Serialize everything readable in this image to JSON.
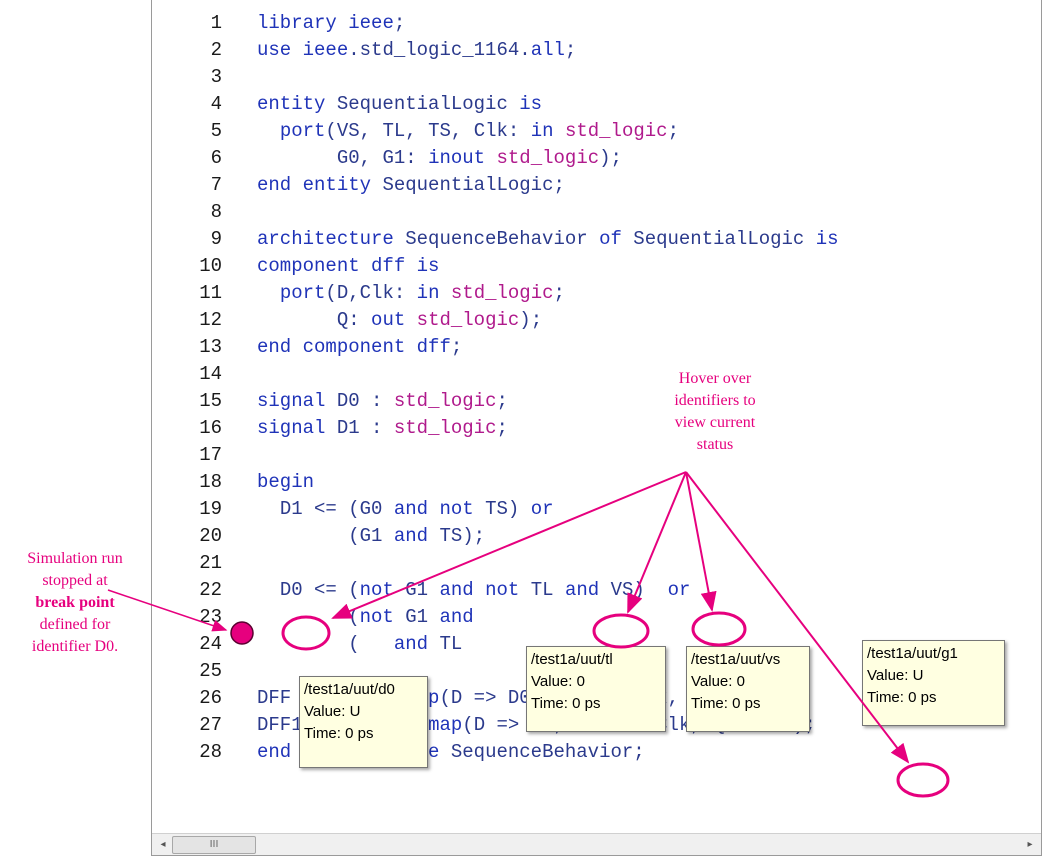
{
  "code_lines": [
    {
      "n": "1",
      "text": "library ieee;"
    },
    {
      "n": "2",
      "text": "use ieee.std_logic_1164.all;"
    },
    {
      "n": "3",
      "text": ""
    },
    {
      "n": "4",
      "text": "entity SequentialLogic is"
    },
    {
      "n": "5",
      "text": "  port(VS, TL, TS, Clk: in std_logic;"
    },
    {
      "n": "6",
      "text": "       G0, G1: inout std_logic);"
    },
    {
      "n": "7",
      "text": "end entity SequentialLogic;"
    },
    {
      "n": "8",
      "text": ""
    },
    {
      "n": "9",
      "text": "architecture SequenceBehavior of SequentialLogic is"
    },
    {
      "n": "10",
      "text": "component dff is"
    },
    {
      "n": "11",
      "text": "  port(D,Clk: in std_logic;"
    },
    {
      "n": "12",
      "text": "       Q: out std_logic);"
    },
    {
      "n": "13",
      "text": "end component dff;"
    },
    {
      "n": "14",
      "text": ""
    },
    {
      "n": "15",
      "text": "signal D0 : std_logic;"
    },
    {
      "n": "16",
      "text": "signal D1 : std_logic;"
    },
    {
      "n": "17",
      "text": ""
    },
    {
      "n": "18",
      "text": "begin"
    },
    {
      "n": "19",
      "text": "  D1 <= (G0 and not TS) or"
    },
    {
      "n": "20",
      "text": "        (G1 and TS);"
    },
    {
      "n": "21",
      "text": ""
    },
    {
      "n": "22",
      "text": "  D0 <= (not G1 and not TL and VS)  or"
    },
    {
      "n": "23",
      "text": "        (not G1 and"
    },
    {
      "n": "24",
      "text": "        (   and TL"
    },
    {
      "n": "25",
      "text": ""
    },
    {
      "n": "26",
      "text": "DFF          map(D => D0, Clk => Clk, Q => G0);"
    },
    {
      "n": "27",
      "text": "DFF1: dff port map(D => D1, Clk => Clk, Q => G1);"
    },
    {
      "n": "28",
      "text": "end architecture SequenceBehavior;"
    }
  ],
  "tooltips": {
    "d0": {
      "path": "/test1a/uut/d0",
      "value": "Value: U",
      "time": "Time: 0 ps"
    },
    "tl": {
      "path": "/test1a/uut/tl",
      "value": "Value: 0",
      "time": "Time: 0 ps"
    },
    "vs": {
      "path": "/test1a/uut/vs",
      "value": "Value: 0",
      "time": "Time: 0 ps"
    },
    "g1": {
      "path": "/test1a/uut/g1",
      "value": "Value: U",
      "time": "Time: 0 ps"
    }
  },
  "annotations": {
    "hover": [
      "Hover over",
      "identifiers to",
      "view current",
      "status"
    ],
    "breakpoint": {
      "line1": "Simulation run",
      "line2": "stopped at",
      "bold": "break point",
      "line4": "defined for",
      "line5": "identifier D0."
    }
  },
  "scrollbar": {
    "thumb_glyph": "III",
    "left_arrow": "◂",
    "right_arrow": "▸"
  },
  "colors": {
    "annotation": "#e6007e",
    "keyword": "#1f33b8",
    "type": "#b01a8c",
    "tooltip_bg": "#ffffe1",
    "breakpoint": "#e6007e"
  }
}
